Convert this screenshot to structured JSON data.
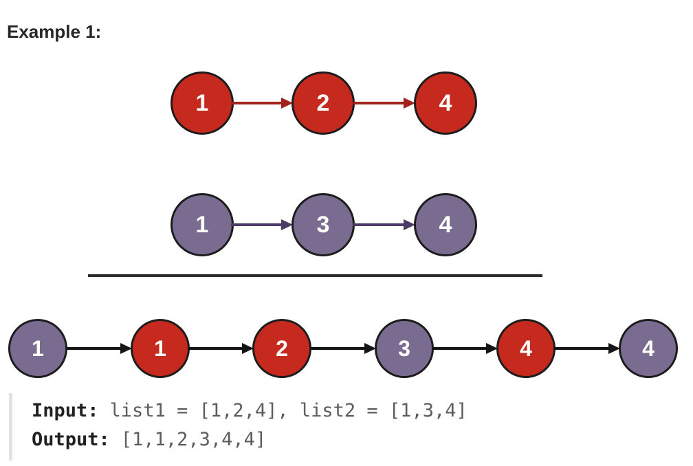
{
  "heading": "Example 1:",
  "colors": {
    "node_red": "#C6291E",
    "node_purple": "#7A6C90",
    "node_border": "#1C1C1C",
    "node_text": "#FFFFFF",
    "arrow_red": "#A2211B",
    "arrow_purple": "#4B3B66",
    "arrow_black": "#151515",
    "separator": "#2D2D2D"
  },
  "diagram": {
    "list1": {
      "color": "red",
      "nodes": [
        "1",
        "2",
        "4"
      ]
    },
    "list2": {
      "color": "purple",
      "nodes": [
        "1",
        "3",
        "4"
      ]
    },
    "merged": {
      "nodes": [
        {
          "value": "1",
          "color": "purple"
        },
        {
          "value": "1",
          "color": "red"
        },
        {
          "value": "2",
          "color": "red"
        },
        {
          "value": "3",
          "color": "purple"
        },
        {
          "value": "4",
          "color": "red"
        },
        {
          "value": "4",
          "color": "purple"
        }
      ]
    }
  },
  "code": {
    "input_label": "Input:",
    "input_value": "list1 = [1,2,4], list2 = [1,3,4]",
    "output_label": "Output:",
    "output_value": "[1,1,2,3,4,4]"
  }
}
